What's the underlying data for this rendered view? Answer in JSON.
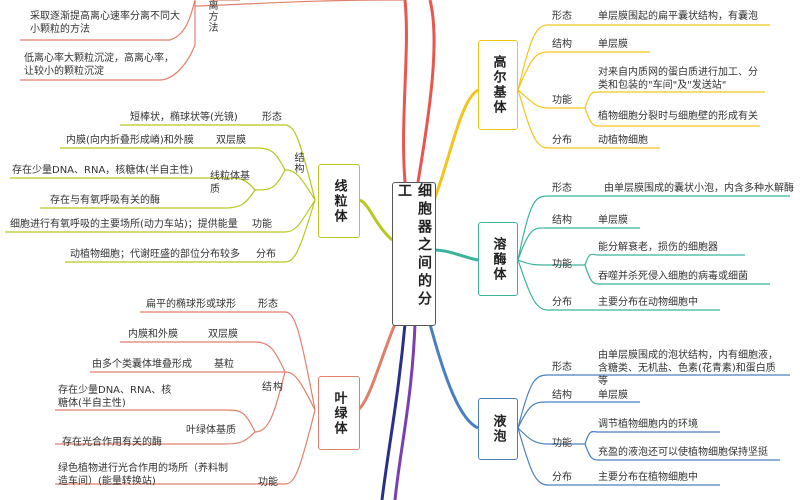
{
  "center_title": "细胞器之间的分工",
  "top_left": {
    "method_label": "离方法",
    "items": [
      "采取逐渐提高离心速率分离不同大小颗粒的方法",
      "低离心率大颗粒沉淀，高离心率，让较小的颗粒沉淀"
    ]
  },
  "golgi": {
    "title": "高尔基体",
    "shape_label": "形态",
    "shape": "单层膜围起的扁平囊状结构，有囊泡",
    "structure_label": "结构",
    "structure": "单层膜",
    "function_label": "功能",
    "function1": "对来自内质网的蛋白质进行加工、分类和包装的\"车间\"及\"发送站\"",
    "function2": "植物细胞分裂时与细胞壁的形成有关",
    "distribution_label": "分布",
    "distribution": "动植物细胞"
  },
  "lysosome": {
    "title": "溶酶体",
    "shape_label": "形态",
    "shape": "由单层膜围成的囊状小泡，内含多种水解酶",
    "structure_label": "结构",
    "structure": "单层膜",
    "function_label": "功能",
    "function1": "能分解衰老，损伤的细胞器",
    "function2": "吞噬并杀死侵入细胞的病毒或细菌",
    "distribution_label": "分布",
    "distribution": "主要分布在动物细胞中"
  },
  "vacuole": {
    "title": "液泡",
    "shape_label": "形态",
    "shape": "由单层膜围成的泡状结构，内有细胞液，含糖类、无机盐、色素(花青素)和蛋白质等",
    "structure_label": "结构",
    "structure": "单层膜",
    "function_label": "功能",
    "function1": "调节植物细胞内的环境",
    "function2": "充盈的液泡还可以使植物细胞保持坚挺",
    "distribution_label": "分布",
    "distribution": "主要分布在植物细胞中"
  },
  "mitochondria": {
    "title": "线粒体",
    "shape_label": "形态",
    "shape": "短棒状，椭球状等(光镜)",
    "structure_label": "结构",
    "membrane_label": "双层膜",
    "membrane": "内膜(向内折叠形成嵴)和外膜",
    "matrix_label": "线粒体基质",
    "matrix1": "存在少量DNA、RNA，核糖体(半自主性)",
    "matrix2": "存在与有氧呼吸有关的酶",
    "function_label": "功能",
    "function": "细胞进行有氧呼吸的主要场所(动力车站)；提供能量",
    "distribution_label": "分布",
    "distribution": "动植物细胞；代谢旺盛的部位分布较多"
  },
  "chloroplast": {
    "title": "叶绿体",
    "shape_label": "形态",
    "shape": "扁平的椭球形或球形",
    "structure_label": "结构",
    "membrane_label": "双层膜",
    "membrane": "内膜和外膜",
    "grana_label": "基粒",
    "grana": "由多个类囊体堆叠形成",
    "stroma_label": "叶绿体基质",
    "stroma1": "存在少量DNA、RNA、核糖体(半自主性)",
    "stroma2": "存在光合作用有关的酶",
    "function_label": "功能",
    "function": "绿色植物进行光合作用的场所（养料制造车间）(能量转换站)"
  },
  "colors": {
    "golgi": "#f2c51a",
    "lysosome": "#3bb39c",
    "vacuole": "#4a7fbf",
    "mitochondria": "#b7c71e",
    "chloroplast": "#e0806a",
    "branch_red": "#e8564e",
    "branch_purple": "#7a3fb0",
    "branch_navy": "#2b2f8a"
  }
}
